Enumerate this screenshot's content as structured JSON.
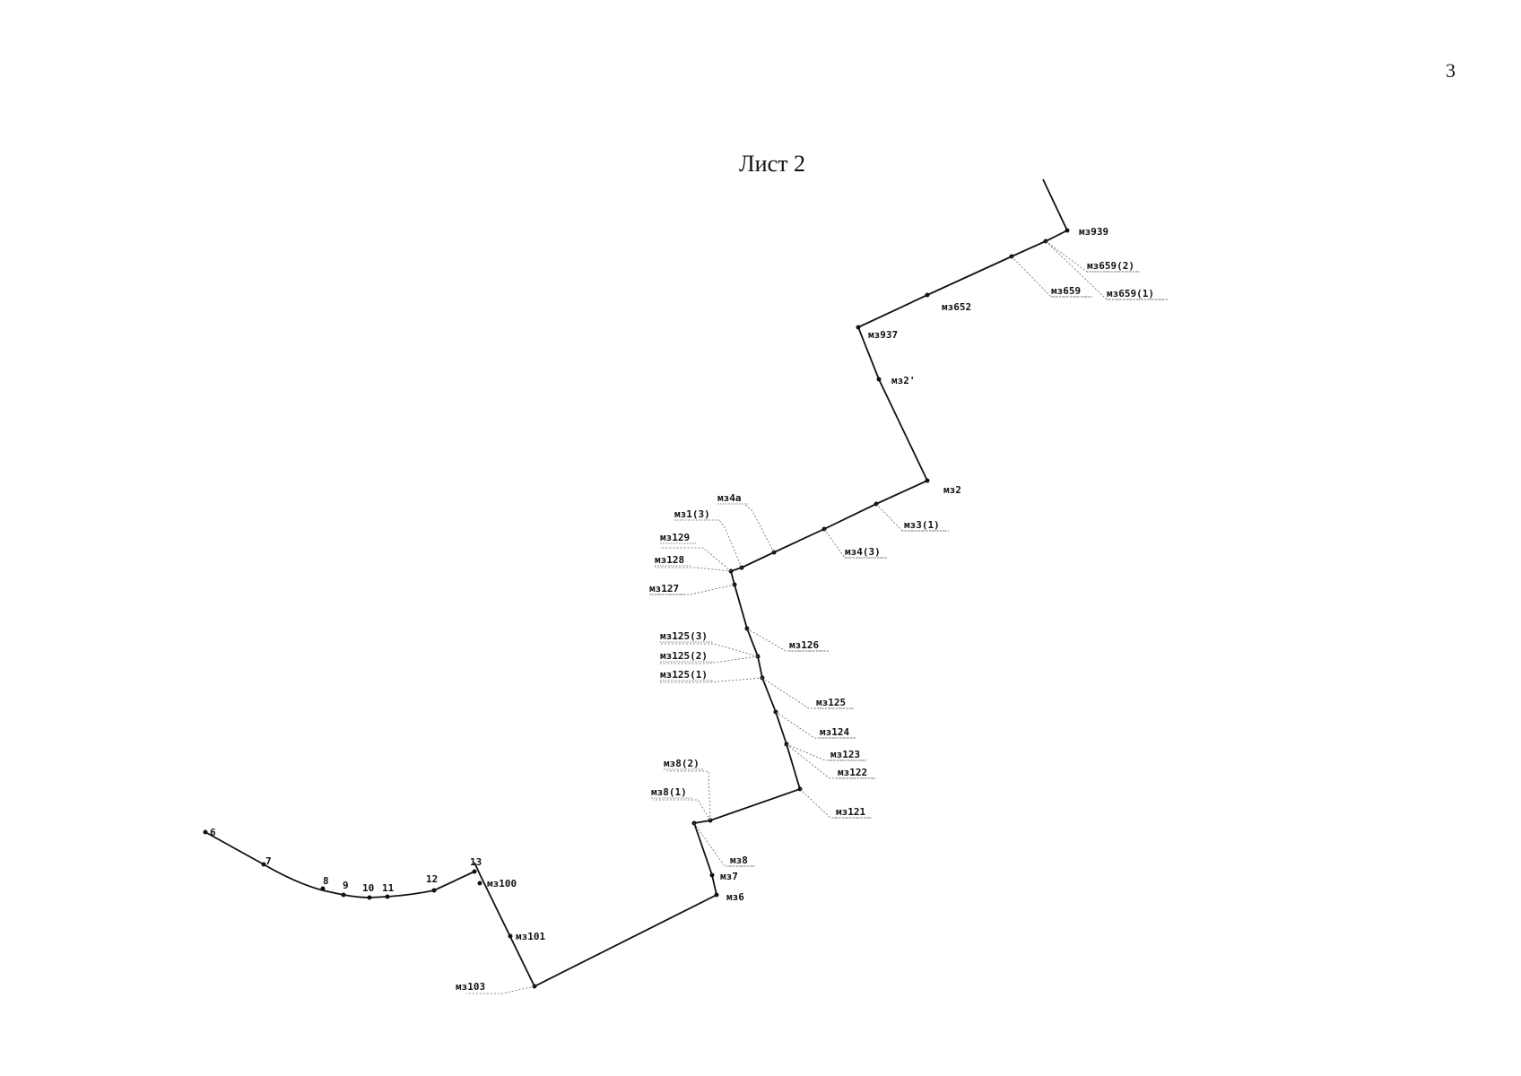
{
  "page_number": "3",
  "sheet_title": "Лист 2",
  "labels": {
    "mz939": "мз939",
    "mz659_2": "мз659(2)",
    "mz659": "мз659",
    "mz659_1": "мз659(1)",
    "mz652": "мз652",
    "mz937": "мз937",
    "mz2a": "мз2'",
    "mz2": "мз2",
    "mz3_1": "мз3(1)",
    "mz4_3": "мз4(3)",
    "mz4a": "мз4а",
    "mz1_3": "мз1(3)",
    "mz129": "мз129",
    "mz128": "мз128",
    "mz127": "мз127",
    "mz126": "мз126",
    "mz125_3": "мз125(3)",
    "mz125_2": "мз125(2)",
    "mz125_1": "мз125(1)",
    "mz125": "мз125",
    "mz124": "мз124",
    "mz123": "мз123",
    "mz122": "мз122",
    "mz121": "мз121",
    "mz8_2": "мз8(2)",
    "mz8_1": "мз8(1)",
    "mz8": "мз8",
    "mz7": "мз7",
    "mz6": "мз6",
    "mz100": "мз100",
    "mz101": "мз101",
    "mz103": "мз103"
  },
  "numbers": {
    "n6": "6",
    "n7": "7",
    "n8": "8",
    "n9": "9",
    "n10": "10",
    "n11": "11",
    "n12": "12",
    "n13": "13"
  }
}
